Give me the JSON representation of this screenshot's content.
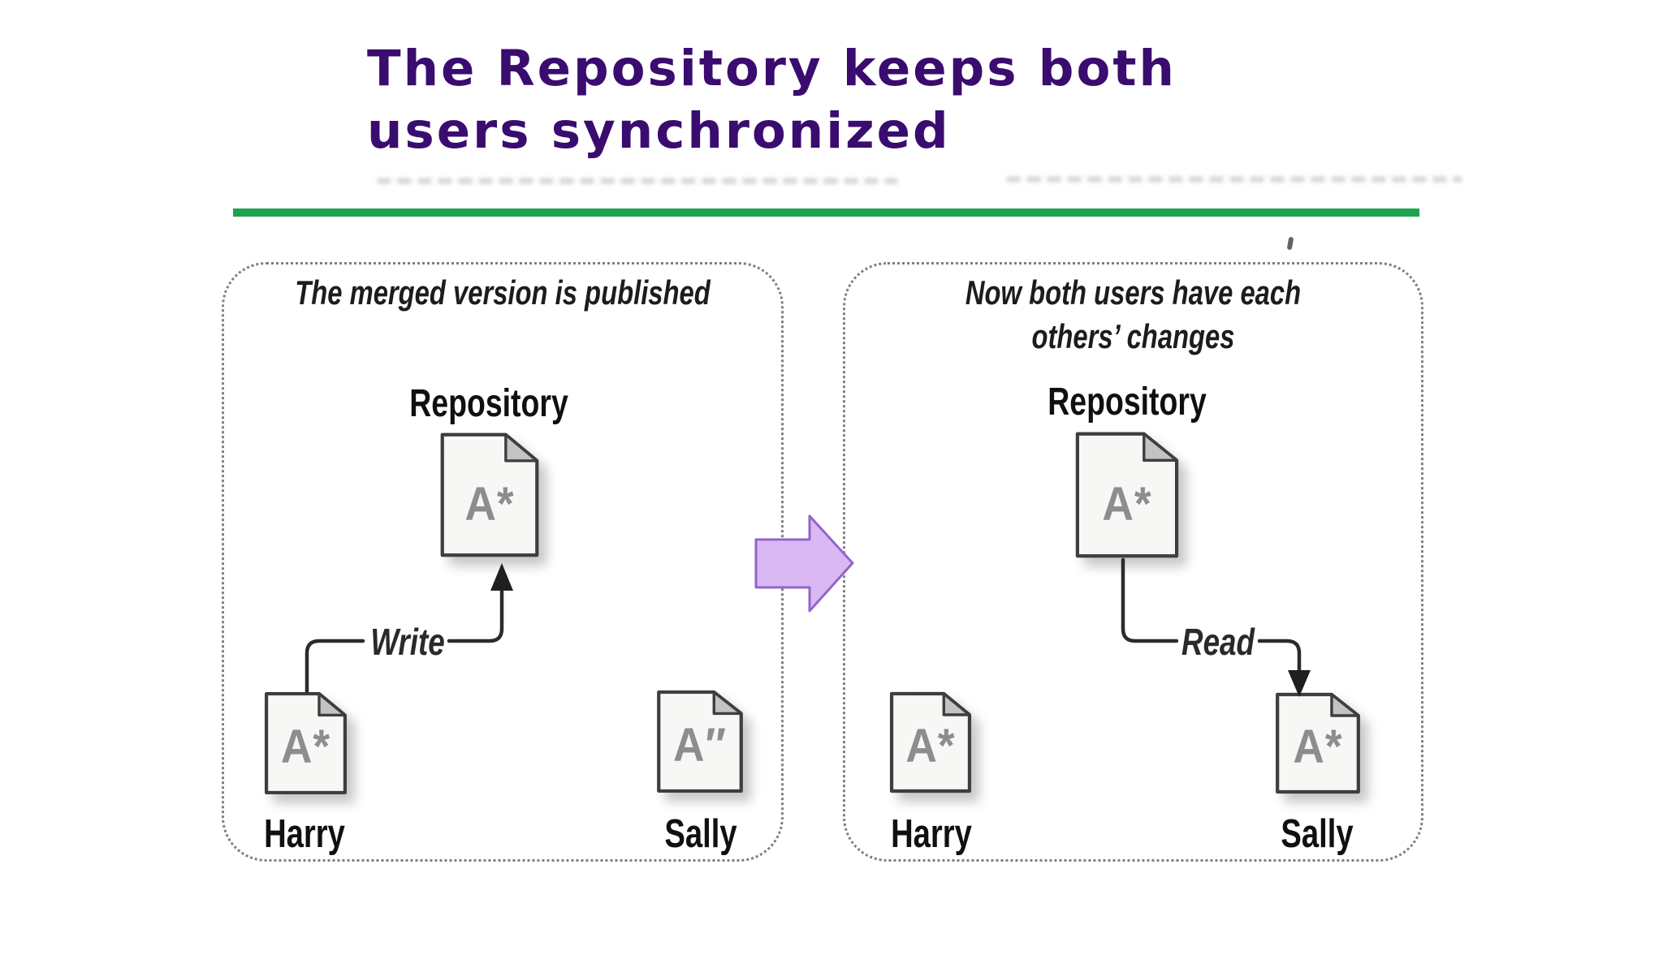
{
  "slide": {
    "title_line1": "The Repository keeps both",
    "title_line2": "users synchronized",
    "title_color": "#3A0C6F",
    "divider_color": "#1EA24D",
    "background_color": "#FFFFFF"
  },
  "left_panel": {
    "caption": "The merged version is published",
    "repository_label": "Repository",
    "repository_doc_letter": "A*",
    "action_label": "Write",
    "harry_label": "Harry",
    "harry_doc_letter": "A*",
    "sally_label": "Sally",
    "sally_doc_letter": "A″"
  },
  "right_panel": {
    "caption_line1": "Now both users have each",
    "caption_line2": "others’ changes",
    "repository_label": "Repository",
    "repository_doc_letter": "A*",
    "action_label": "Read",
    "harry_label": "Harry",
    "harry_doc_letter": "A*",
    "sally_label": "Sally",
    "sally_doc_letter": "A*"
  },
  "transition_arrow": {
    "icon": "arrow-right-icon",
    "fill": "#D9B8F4",
    "stroke": "#9365CB"
  },
  "diagram_colors": {
    "document_outline": "#3E3E3E",
    "document_fill": "#F7F7F5",
    "document_letter": "#8D8D8D",
    "connector": "#2B2B2B",
    "panel_border": "#7F7F7F"
  }
}
